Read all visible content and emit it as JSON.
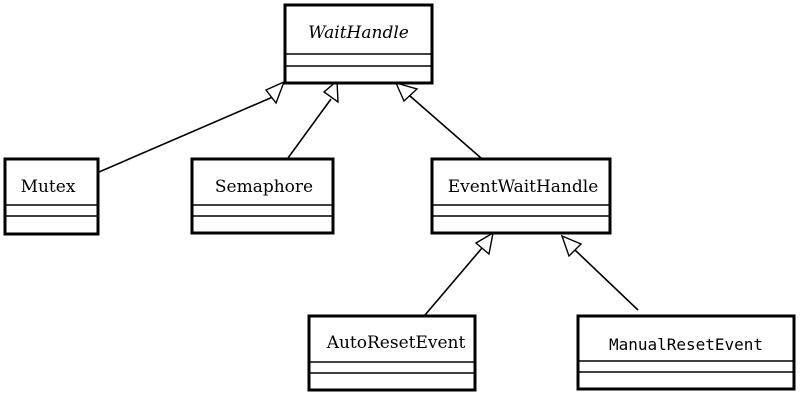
{
  "diagram": {
    "type": "uml-class-hierarchy",
    "classes": [
      {
        "id": "waithandle",
        "name": "WaitHandle",
        "abstract": true
      },
      {
        "id": "mutex",
        "name": "Mutex"
      },
      {
        "id": "semaphore",
        "name": "Semaphore"
      },
      {
        "id": "eventwaithandle",
        "name": "EventWaitHandle"
      },
      {
        "id": "autoresetevent",
        "name": "AutoResetEvent"
      },
      {
        "id": "manualresetevent",
        "name": "ManualResetEvent"
      }
    ],
    "inheritance": [
      {
        "child": "mutex",
        "parent": "waithandle"
      },
      {
        "child": "semaphore",
        "parent": "waithandle"
      },
      {
        "child": "eventwaithandle",
        "parent": "waithandle"
      },
      {
        "child": "autoresetevent",
        "parent": "eventwaithandle"
      },
      {
        "child": "manualresetevent",
        "parent": "eventwaithandle"
      }
    ]
  }
}
